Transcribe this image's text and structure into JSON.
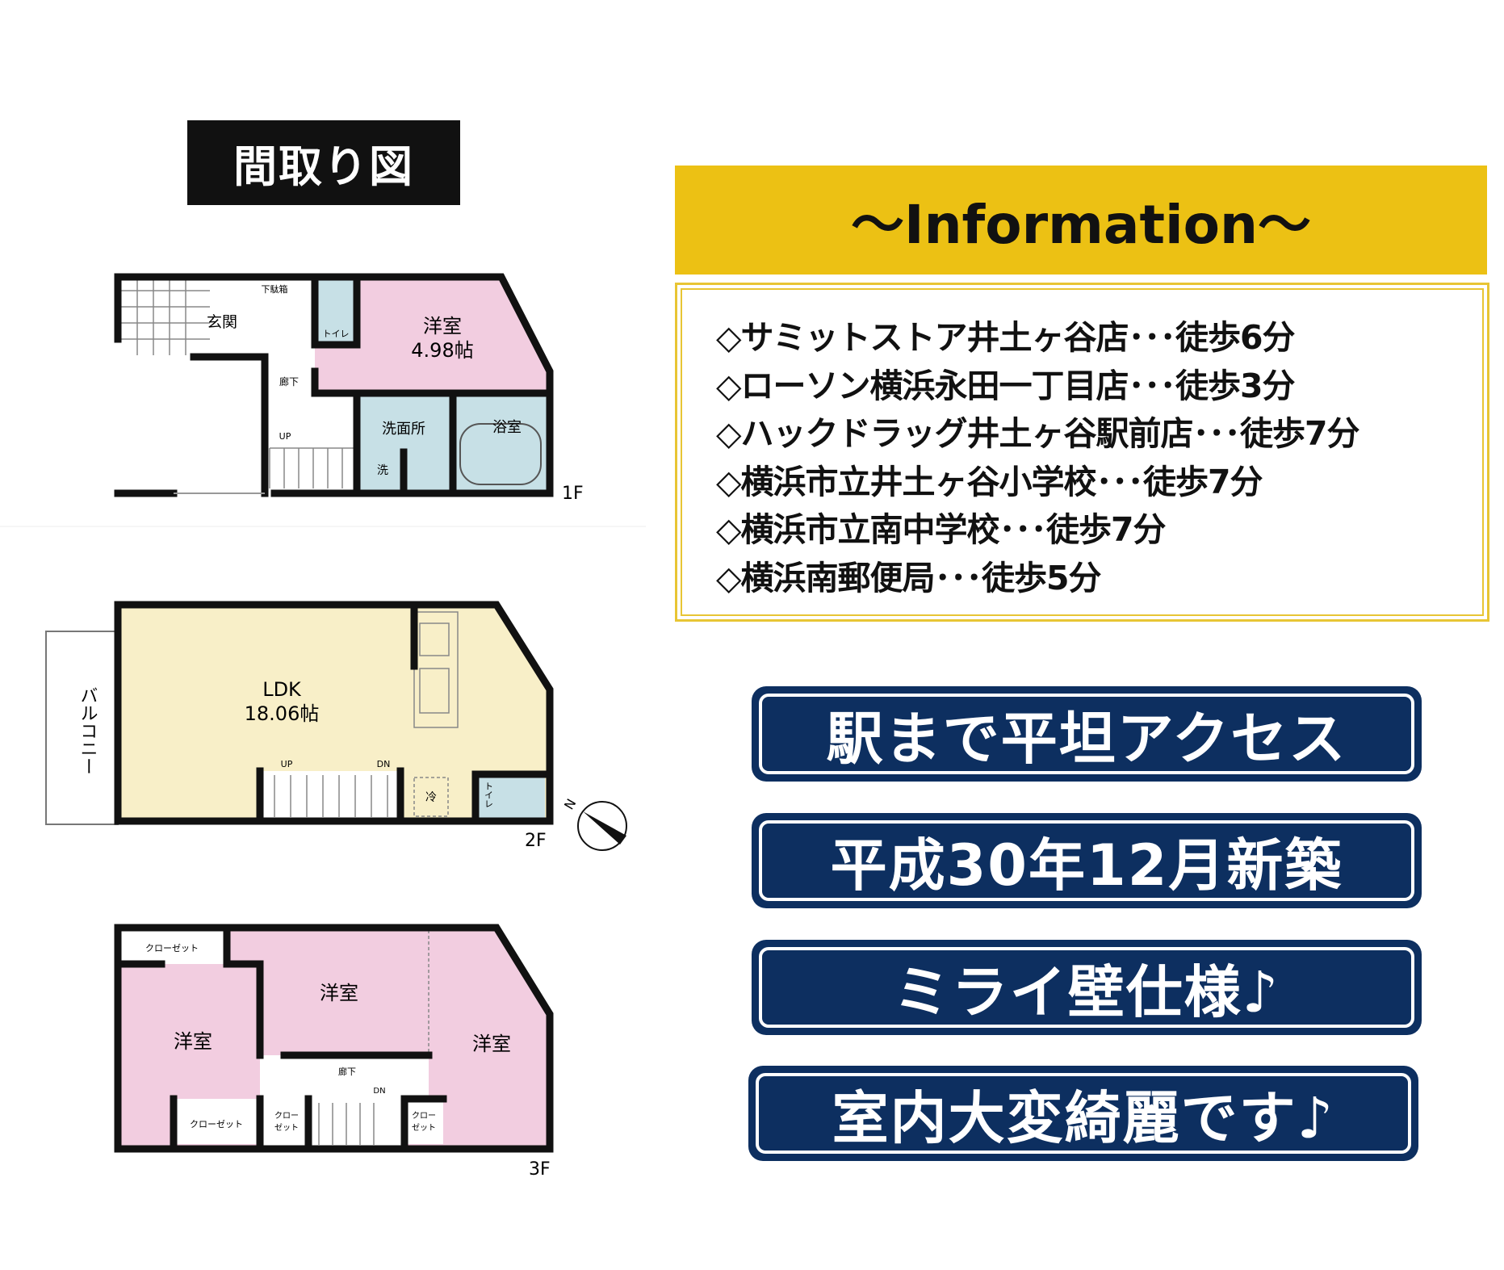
{
  "plan_title": "間取り図",
  "floorplan": {
    "f1": {
      "floor_label": "1F",
      "room_label": "洋室",
      "room_size": "4.98帖",
      "entrance": "玄関",
      "shoe_box": "下駄箱",
      "toilet": "トイレ",
      "hallway": "廊下",
      "washroom": "洗面所",
      "bath": "浴室",
      "washer": "洗",
      "up": "UP"
    },
    "f2": {
      "floor_label": "2F",
      "room_label": "LDK",
      "room_size": "18.06帖",
      "balcony": "バルコニー",
      "up": "UP",
      "dn": "DN",
      "fridge": "冷",
      "toilet": "トイレ",
      "compass": "N"
    },
    "f3": {
      "floor_label": "3F",
      "room_left": "洋室",
      "room_middle": "洋室",
      "room_right": "洋室",
      "closet": "クローゼット",
      "closet_short": "クロー",
      "closet_short2": "ゼット",
      "hallway": "廊下",
      "dn": "DN"
    }
  },
  "info": {
    "header": "～Information～",
    "items": [
      "◇サミットストア井土ヶ谷店･･･徒歩6分",
      "◇ローソン横浜永田一丁目店･･･徒歩3分",
      "◇ハックドラッグ井土ヶ谷駅前店･･･徒歩7分",
      "◇横浜市立井土ヶ谷小学校･･･徒歩7分",
      "◇横浜市立南中学校･･･徒歩7分",
      "◇横浜南郵便局･･･徒歩5分"
    ]
  },
  "banners": [
    "駅まで平坦アクセス",
    "平成30年12月新築",
    "ミライ壁仕様♪",
    "室内大変綺麗です♪"
  ],
  "colors": {
    "header_yellow": "#ecc114",
    "banner_navy": "#0d2f60",
    "room_pink": "#f2cde0",
    "wet_blue": "#c7e0e6",
    "ldk_cream": "#f8efc8"
  }
}
